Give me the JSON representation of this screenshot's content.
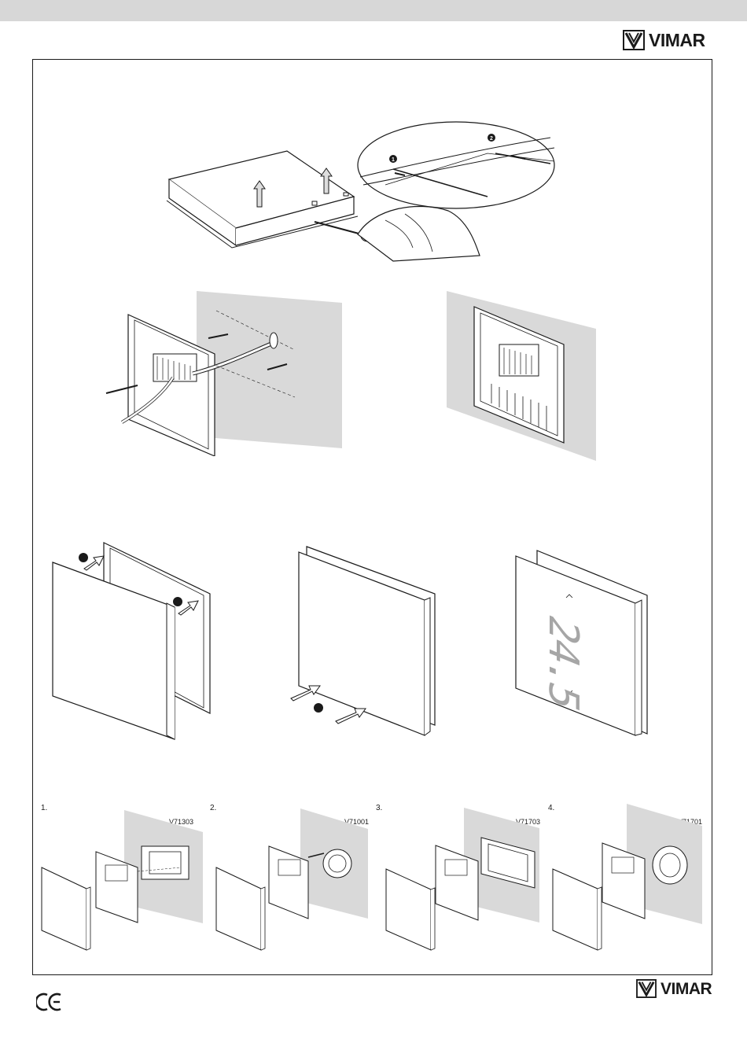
{
  "brand": {
    "name": "VIMAR"
  },
  "display": {
    "temperature": "24.5"
  },
  "removal": {
    "markers": [
      "1",
      "2"
    ]
  },
  "mounting_options": [
    {
      "number": "1.",
      "code": "V71303"
    },
    {
      "number": "2.",
      "code": "V71001"
    },
    {
      "number": "3.",
      "code": "V71703"
    },
    {
      "number": "4.",
      "code": "V71701"
    }
  ],
  "certification": {
    "mark": "CE"
  },
  "colors": {
    "topbar": "#d7d7d7",
    "wall": "#d9d9d9",
    "line": "#1a1a1a"
  },
  "icons": [
    "vimar-logo-icon",
    "ce-mark-icon",
    "arrow-up-icon",
    "screwdriver-icon"
  ]
}
